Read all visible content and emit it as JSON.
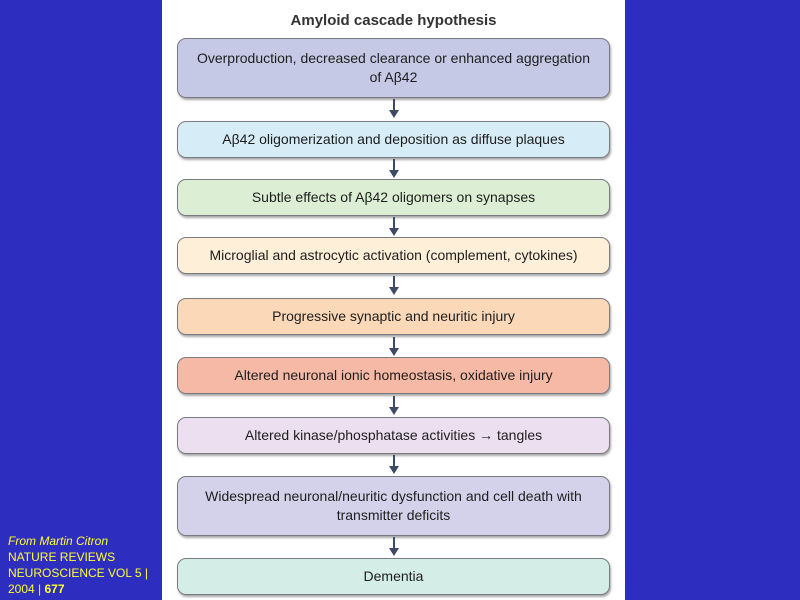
{
  "diagram": {
    "title": "Amyloid cascade hypothesis",
    "steps": [
      {
        "text": "Overproduction, decreased clearance or enhanced aggregation of Aβ42",
        "color": "#c6c9e6"
      },
      {
        "text": "Aβ42 oligomerization and deposition as diffuse plaques",
        "color": "#d6ecf6"
      },
      {
        "text": "Subtle effects of Aβ42 oligomers on synapses",
        "color": "#dcefd4"
      },
      {
        "text": "Microglial and astrocytic activation (complement, cytokines)",
        "color": "#fdefd8"
      },
      {
        "text": "Progressive synaptic and neuritic injury",
        "color": "#fad8b8"
      },
      {
        "text": "Altered neuronal ionic homeostasis, oxidative injury",
        "color": "#f6b9a6"
      },
      {
        "text": "Altered kinase/phosphatase activities → tangles",
        "color": "#ebdff0"
      },
      {
        "text": "Widespread neuronal/neuritic dysfunction and cell death with transmitter deficits",
        "color": "#d4d2ea"
      },
      {
        "text": "Dementia",
        "color": "#d5ede7"
      }
    ]
  },
  "credit": {
    "line1": "From Martin Citron",
    "line2": "NATURE REVIEWS NEUROSCIENCE VOL 5 | 2004 | ",
    "page": "677"
  }
}
